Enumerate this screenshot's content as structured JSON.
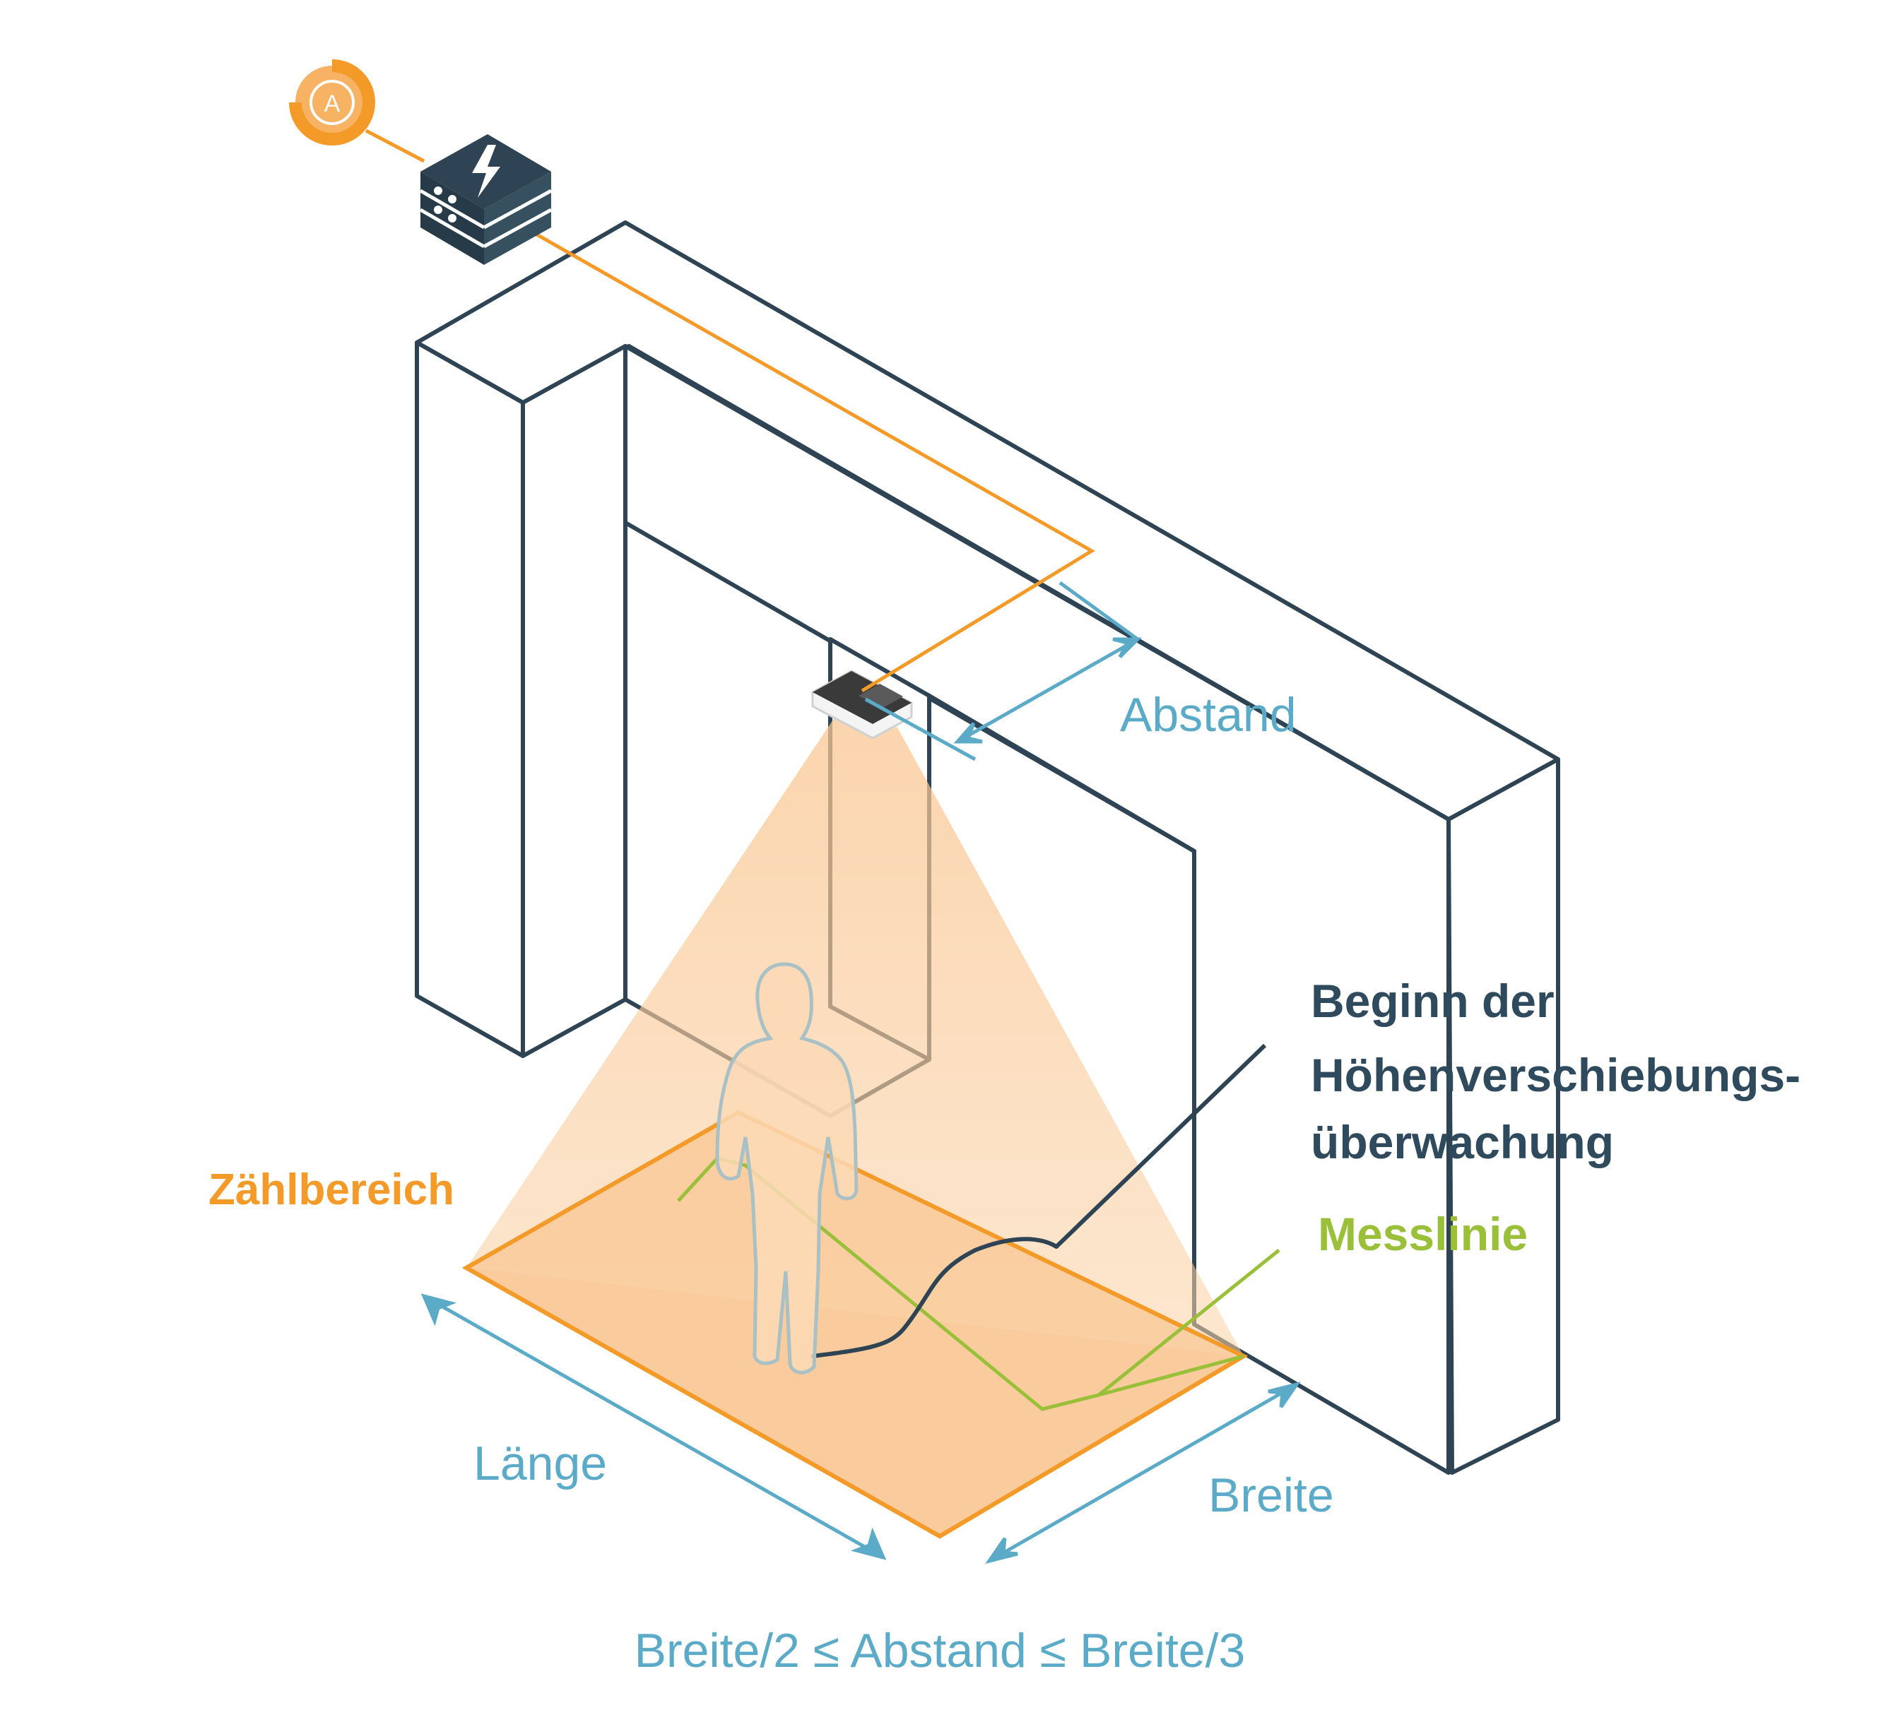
{
  "labels": {
    "distance": "Abstand",
    "length": "Länge",
    "width": "Breite",
    "counting_area": "Zählbereich",
    "height_shift_line1": "Beginn der",
    "height_shift_line2": "Höhenverschiebungs-",
    "height_shift_line3": "überwachung",
    "measuring_line": "Messlinie",
    "formula": "Breite/2 ≤ Abstand ≤ Breite/3"
  },
  "icons": {
    "badge": "A",
    "server": "server-stack-icon",
    "lightning": "lightning-icon",
    "sensor": "sensor-device-icon",
    "person": "person-silhouette-icon"
  },
  "colors": {
    "wall_stroke": "#2e4353",
    "orange": "#f39a28",
    "orange_fill": "#f9c692",
    "blue": "#5aaac8",
    "green": "#9ac03a",
    "dark_text": "#2e4a5c"
  }
}
